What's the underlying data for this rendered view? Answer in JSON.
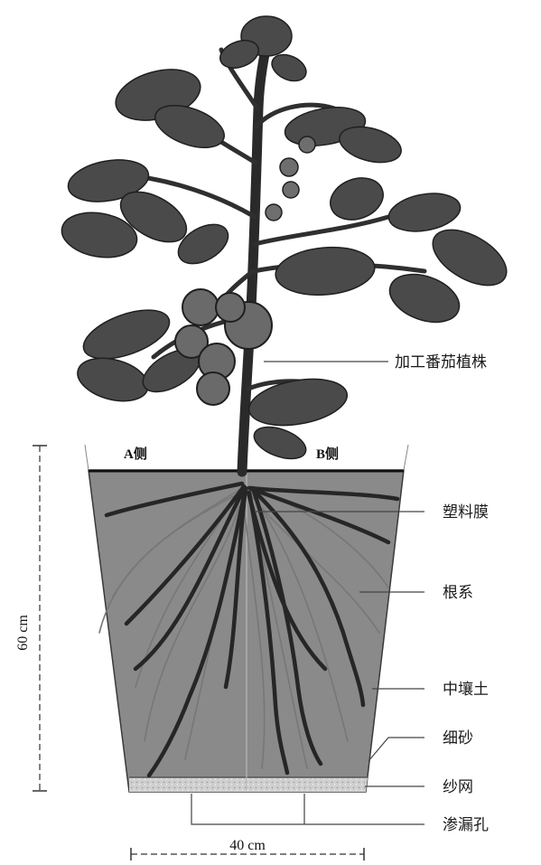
{
  "labels": {
    "plant": "加工番茄植株",
    "film": "塑料膜",
    "roots": "根系",
    "soil": "中壤土",
    "sand": "细砂",
    "mesh": "纱网",
    "drain": "渗漏孔"
  },
  "sides": {
    "a": "A侧",
    "b": "B侧"
  },
  "dimensions": {
    "height": "60 cm",
    "width": "40 cm"
  },
  "colors": {
    "soil": "#8a8a8a",
    "leaf": "#4a4a4a",
    "stem": "#2a2a2a",
    "root": "#262626",
    "sand": "#cfcfcf"
  }
}
